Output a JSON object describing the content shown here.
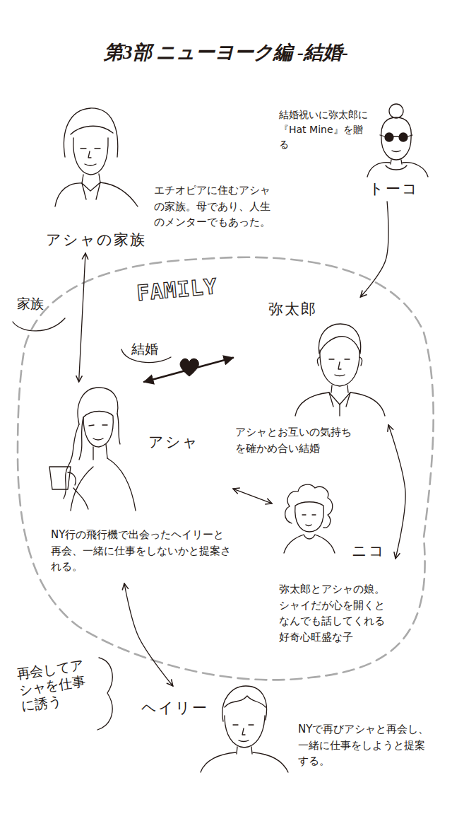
{
  "diagram": {
    "title": "第3部 ニューヨーク編 -結婚-",
    "nodes": [
      {
        "text": [
          "アシャの家族",
          "エチオピアに住むアシャの家族。母であり、人生のメンターでもあった。"
        ]
      },
      {
        "text": [
          "トーコ",
          "結婚祝いに弥太郎に『Hat Mine』を贈る"
        ]
      },
      {
        "text": [
          "FAMILY"
        ]
      },
      {
        "text": [
          "弥太郎",
          "アシャとお互いの気持ちを確かめ合い結婚"
        ],
        "in": 2
      },
      {
        "text": [
          "アシャ",
          "NY行の飛行機で出会ったヘイリーと再会、一緒に仕事をしないかと提案される。"
        ],
        "in": 2
      },
      {
        "text": [
          "ニコ",
          "弥太郎とアシャの娘。シャイだが心を開くとなんでも話してくれる好奇心旺盛な子"
        ],
        "in": 2
      },
      {
        "text": [
          "ヘイリー",
          "NYで再びアシャと再会し、一緒に仕事をしようと提案する。"
        ]
      }
    ],
    "edges": [
      {
        "from": 1,
        "to": 3,
        "arrow": "to"
      },
      {
        "from": 3,
        "to": 4,
        "label": "結婚",
        "arrow": "both"
      },
      {
        "from": 0,
        "to": 4,
        "label": "家族",
        "arrow": "both"
      },
      {
        "from": 4,
        "to": 5,
        "arrow": "both"
      },
      {
        "from": 3,
        "to": 5,
        "arrow": "both"
      },
      {
        "from": 4,
        "to": 6,
        "label": "再会してアシャを仕事に誘う",
        "arrow": "both"
      }
    ]
  }
}
